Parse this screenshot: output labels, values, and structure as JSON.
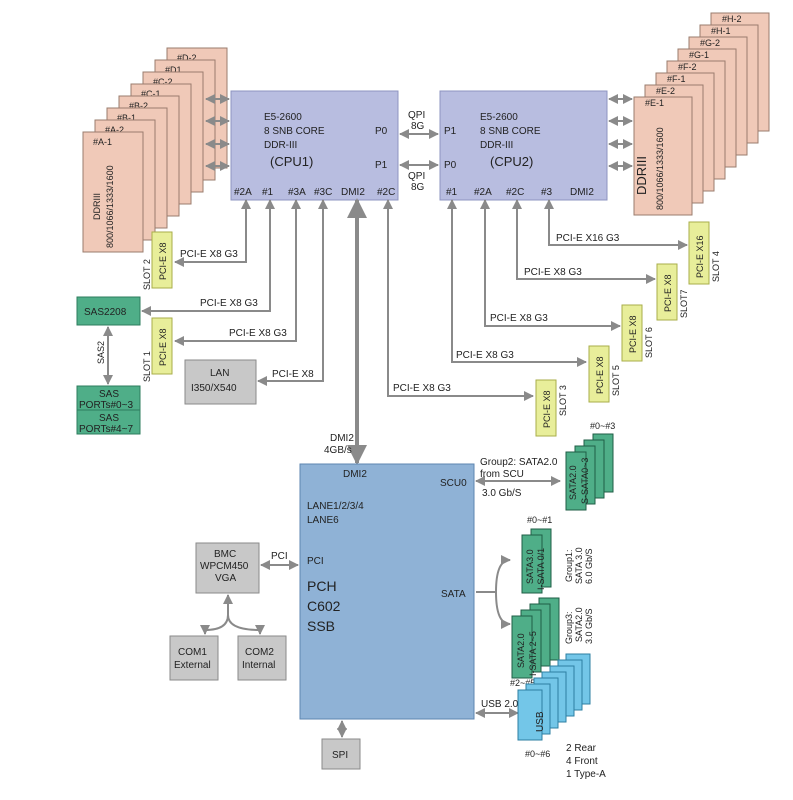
{
  "cpu1": {
    "lines": [
      "E5-2600",
      "8 SNB CORE",
      "DDR-III"
    ],
    "name": "(CPU1)",
    "p0": "P0",
    "p1": "P1",
    "ports": [
      "#2A",
      "#1",
      "#3A",
      "#3C",
      "DMI2",
      "#2C"
    ]
  },
  "cpu2": {
    "lines": [
      "E5-2600",
      "8 SNB CORE",
      "DDR-III"
    ],
    "name": "(CPU2)",
    "p1": "P1",
    "p0": "P0",
    "ports": [
      "#1",
      "#2A",
      "#2C",
      "#3",
      "DMI2"
    ]
  },
  "qpi": {
    "top": [
      "QPI",
      "8G"
    ],
    "bottom": [
      "QPI",
      "8G"
    ]
  },
  "dimms_left": {
    "labels": [
      "#A-1",
      "#A-2",
      "#B-1",
      "#B-2",
      "#C-1",
      "#C-2",
      "#D1",
      "#D-2"
    ],
    "speed": [
      "DDRIII",
      "800/1066/1333/1600"
    ]
  },
  "dimms_right": {
    "labels": [
      "#E-1",
      "#E-2",
      "#F-1",
      "#F-2",
      "#G-1",
      "#G-2",
      "#H-1",
      "#H-2"
    ],
    "speed": [
      "DDRIII",
      "800/1066/1333/1600"
    ]
  },
  "slots": {
    "slot2": {
      "card": "PCI-E X8",
      "slot": "SLOT 2",
      "link": "PCI-E X8 G3"
    },
    "slot1": {
      "card": "PCI-E X8",
      "slot": "SLOT 1",
      "link": "PCI-E X8 G3"
    },
    "slot3": {
      "card": "PCI-E X8",
      "slot": "SLOT 3",
      "link": "PCI-E X8 G3"
    },
    "slot4": {
      "card": "PCI-E X16",
      "slot": "SLOT 4",
      "link": "PCI-E X16 G3"
    },
    "slot7": {
      "card": "PCI-E X8",
      "slot": "SLOT7",
      "link": "PCI-E X8 G3"
    },
    "slot6": {
      "card": "PCI-E X8",
      "slot": "SLOT 6",
      "link": "PCI-E X8 G3"
    },
    "slot5": {
      "card": "PCI-E X8",
      "slot": "SLOT 5",
      "link": "PCI-E X8 G3"
    }
  },
  "sas2208": {
    "label": "SAS2208",
    "link": "PCI-E X8 G3",
    "bus": "SAS2"
  },
  "sas_ports": {
    "a": [
      "SAS",
      "PORTs#0~3"
    ],
    "b": [
      "SAS",
      "PORTs#4~7"
    ]
  },
  "lan": {
    "lines": [
      "LAN",
      "I350/X540"
    ],
    "link": "PCI-E X8"
  },
  "dmi": {
    "lines": [
      "DMI2",
      "4GB/s"
    ]
  },
  "pch": {
    "dmi2": "DMI2",
    "lanes": [
      "LANE1/2/3/4",
      "LANE6"
    ],
    "pci": "PCI",
    "name": [
      "PCH",
      "C602",
      "SSB"
    ],
    "scu0": "SCU0",
    "sata": "SATA",
    "usb": "USB 2.0"
  },
  "bmc": {
    "lines": [
      "BMC",
      "WPCM450",
      "VGA"
    ],
    "pci": "PCI"
  },
  "com1": [
    "COM1",
    "External"
  ],
  "com2": [
    "COM2",
    "Internal"
  ],
  "spi": "SPI",
  "group2": {
    "lines": [
      "Group2: SATA2.0",
      "from SCU",
      "3.0 Gb/S"
    ],
    "card": [
      "SATA2.0",
      "S-SATA0~3"
    ],
    "index": "#0~#3"
  },
  "group1": {
    "lines": [
      "Group1:",
      "SATA 3.0",
      "6.0 Gb/S"
    ],
    "card": [
      "SATA3.0",
      "I-SATA 0/1"
    ],
    "index": "#0~#1"
  },
  "group3": {
    "lines": [
      "Group3:",
      "SATA2.0",
      "3.0 Gb/S"
    ],
    "card": [
      "SATA2.0",
      "I-SATA 2~5"
    ],
    "index": "#2~#5"
  },
  "usb": {
    "card": "USB",
    "index": "#0~#6",
    "notes": [
      "2 Rear",
      "4 Front",
      "1 Type-A"
    ]
  },
  "colors": {
    "cpu": "#b8bde0",
    "dimm": "#f0c9b8",
    "slot": "#e8ee9a",
    "sas": "#4fae88",
    "pch": "#8fb2d6",
    "grey": "#c8c8c8",
    "sata": "#4fae88",
    "usb": "#73c6e8",
    "wire": "#8a8a8a"
  }
}
